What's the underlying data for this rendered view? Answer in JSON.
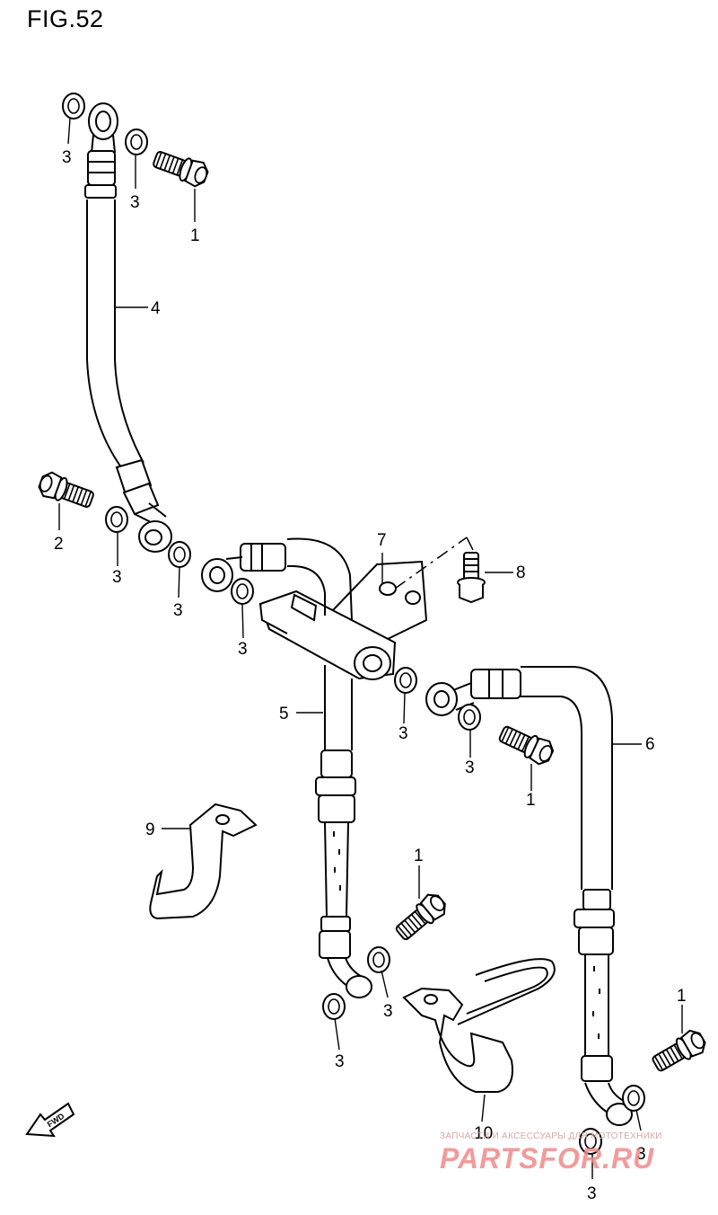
{
  "figure": {
    "title": "FIG.52"
  },
  "fwd_badge": {
    "text": "FWD"
  },
  "watermark": {
    "top_line": "ЗАПЧАСТИ И АКСЕССУАРЫ ДЛЯ МОТОТЕХНИКИ",
    "brand": "PARTSFOR.RU"
  },
  "callouts": [
    {
      "id": "c1",
      "label": "3"
    },
    {
      "id": "c2",
      "label": "3"
    },
    {
      "id": "c3",
      "label": "1"
    },
    {
      "id": "c4",
      "label": "4"
    },
    {
      "id": "c5",
      "label": "2"
    },
    {
      "id": "c6",
      "label": "3"
    },
    {
      "id": "c7",
      "label": "3"
    },
    {
      "id": "c8",
      "label": "7"
    },
    {
      "id": "c9",
      "label": "8"
    },
    {
      "id": "c10",
      "label": "3"
    },
    {
      "id": "c11",
      "label": "5"
    },
    {
      "id": "c12",
      "label": "3"
    },
    {
      "id": "c13",
      "label": "3"
    },
    {
      "id": "c14",
      "label": "6"
    },
    {
      "id": "c15",
      "label": "1"
    },
    {
      "id": "c16",
      "label": "9"
    },
    {
      "id": "c17",
      "label": "1"
    },
    {
      "id": "c18",
      "label": "3"
    },
    {
      "id": "c19",
      "label": "3"
    },
    {
      "id": "c20",
      "label": "10"
    },
    {
      "id": "c21",
      "label": "1"
    },
    {
      "id": "c22",
      "label": "3"
    },
    {
      "id": "c23",
      "label": "3"
    }
  ]
}
